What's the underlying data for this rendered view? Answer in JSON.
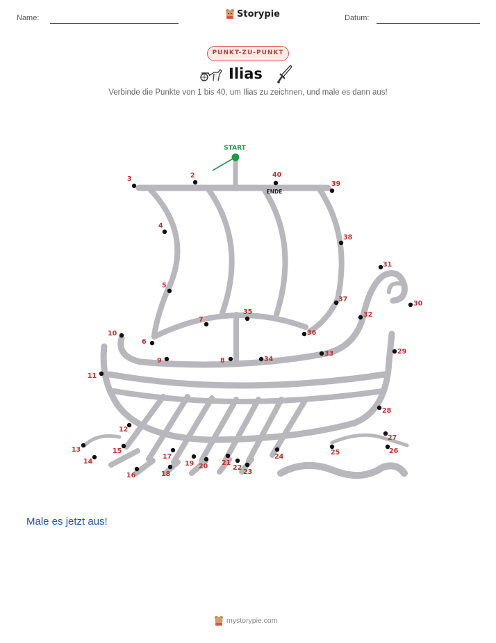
{
  "header": {
    "name_label": "Name:",
    "brand": "Storypie",
    "date_label": "Datum:"
  },
  "badge": "PUNKT-ZU-PUNKT",
  "title": "Ilias",
  "subtitle": "Verbinde die Punkte von 1 bis 40, um Ilias zu zeichnen, und male es dann aus!",
  "puzzle": {
    "start_label": "START",
    "end_label": "ENDE",
    "dots": [
      {
        "n": "1"
      },
      {
        "n": "2"
      },
      {
        "n": "3"
      },
      {
        "n": "4"
      },
      {
        "n": "5"
      },
      {
        "n": "6"
      },
      {
        "n": "7"
      },
      {
        "n": "8"
      },
      {
        "n": "9"
      },
      {
        "n": "10"
      },
      {
        "n": "11"
      },
      {
        "n": "12"
      },
      {
        "n": "13"
      },
      {
        "n": "14"
      },
      {
        "n": "15"
      },
      {
        "n": "16"
      },
      {
        "n": "17"
      },
      {
        "n": "18"
      },
      {
        "n": "19"
      },
      {
        "n": "20"
      },
      {
        "n": "21"
      },
      {
        "n": "22"
      },
      {
        "n": "23"
      },
      {
        "n": "24"
      },
      {
        "n": "25"
      },
      {
        "n": "26"
      },
      {
        "n": "27"
      },
      {
        "n": "28"
      },
      {
        "n": "29"
      },
      {
        "n": "30"
      },
      {
        "n": "31"
      },
      {
        "n": "32"
      },
      {
        "n": "33"
      },
      {
        "n": "34"
      },
      {
        "n": "35"
      },
      {
        "n": "36"
      },
      {
        "n": "37"
      },
      {
        "n": "38"
      },
      {
        "n": "39"
      },
      {
        "n": "40"
      }
    ]
  },
  "cta": "Male es jetzt aus!",
  "footer": "mystorypie.com",
  "colors": {
    "accent_red": "#c0312b",
    "start_green": "#1e9a45",
    "ship_gray": "#b8b8bc",
    "cta_blue": "#1a56c8"
  },
  "icons": [
    "bear-logo-icon",
    "chariot-icon",
    "sword-icon"
  ]
}
